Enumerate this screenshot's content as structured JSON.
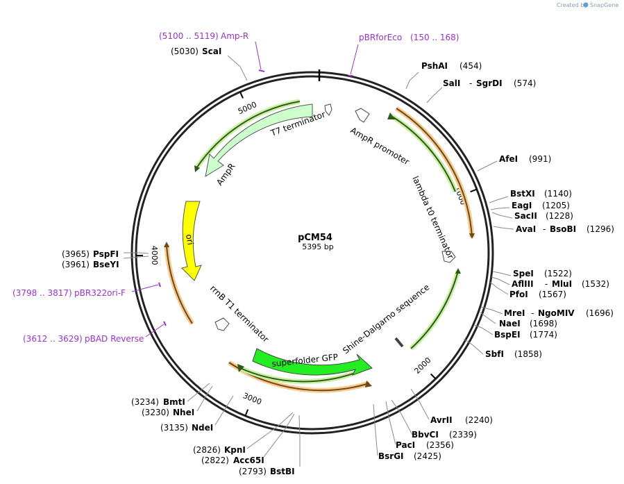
{
  "credit": "Created by",
  "brand": "SnapGene",
  "plasmid": {
    "name": "pCM54",
    "size": "5395 bp",
    "length": 5395
  },
  "ticks": [
    {
      "bp": 1000,
      "label": "1000"
    },
    {
      "bp": 2000,
      "label": "2000"
    },
    {
      "bp": 3000,
      "label": "3000"
    },
    {
      "bp": 4000,
      "label": "4000"
    },
    {
      "bp": 5000,
      "label": "5000"
    }
  ],
  "enzymes": [
    {
      "name": "PshAI",
      "pos": "(454)"
    },
    {
      "name": "SalI",
      "name2": "SgrDI",
      "pos": "(574)"
    },
    {
      "name": "AfeI",
      "pos": "(991)"
    },
    {
      "name": "BstXI",
      "pos": "(1140)"
    },
    {
      "name": "EagI",
      "pos": "(1205)"
    },
    {
      "name": "SacII",
      "pos": "(1228)"
    },
    {
      "name": "AvaI",
      "name2": "BsoBI",
      "pos": "(1296)"
    },
    {
      "name": "SpeI",
      "pos": "(1522)"
    },
    {
      "name": "AflIII",
      "name2": "MluI",
      "pos": "(1532)"
    },
    {
      "name": "PfoI",
      "pos": "(1567)"
    },
    {
      "name": "MreI",
      "name2": "NgoMIV",
      "pos": "(1696)"
    },
    {
      "name": "NaeI",
      "pos": "(1698)"
    },
    {
      "name": "BspEI",
      "pos": "(1774)"
    },
    {
      "name": "SbfI",
      "pos": "(1858)"
    },
    {
      "name": "AvrII",
      "pos": "(2240)"
    },
    {
      "name": "BbvCI",
      "pos": "(2339)"
    },
    {
      "name": "PacI",
      "pos": "(2356)"
    },
    {
      "name": "BsrGI",
      "pos": "(2425)"
    },
    {
      "name": "BstBI",
      "pos": "(2793)"
    },
    {
      "name": "Acc65I",
      "pos": "(2822)"
    },
    {
      "name": "KpnI",
      "pos": "(2826)"
    },
    {
      "name": "NdeI",
      "pos": "(3135)"
    },
    {
      "name": "NheI",
      "pos": "(3230)"
    },
    {
      "name": "BmtI",
      "pos": "(3234)"
    },
    {
      "name": "BseYI",
      "pos": "(3961)"
    },
    {
      "name": "PspFI",
      "pos": "(3965)"
    },
    {
      "name": "ScaI",
      "pos": "(5030)"
    }
  ],
  "primers": [
    {
      "range": "(5100 .. 5119)",
      "name": "Amp-R"
    },
    {
      "range": "(150 .. 168)",
      "name": "pBRforEco"
    },
    {
      "range": "(3798 .. 3817)",
      "name": "pBR322ori-F"
    },
    {
      "range": "(3612 .. 3629)",
      "name": "pBAD Reverse"
    }
  ],
  "features": [
    {
      "name": "T7 terminator",
      "color": "#ffffff"
    },
    {
      "name": "AmpR promoter",
      "color": "#ffffff"
    },
    {
      "name": "lambda t0 terminator",
      "color": "#ffffff"
    },
    {
      "name": "Shine-Dalgarno sequence",
      "color": "#ffffff"
    },
    {
      "name": "superfolder GFP",
      "color": "#22ee22"
    },
    {
      "name": "rrnB T1 terminator",
      "color": "#ffffff"
    },
    {
      "name": "ori",
      "color": "#ffff00"
    },
    {
      "name": "AmpR",
      "color": "#ccffcc"
    }
  ],
  "colors": {
    "primer": "#9b30d9",
    "orf_line": "#556b2f",
    "orf_glow_green": "#c8f0a0",
    "orf_glow_orange": "#f7c98a"
  }
}
